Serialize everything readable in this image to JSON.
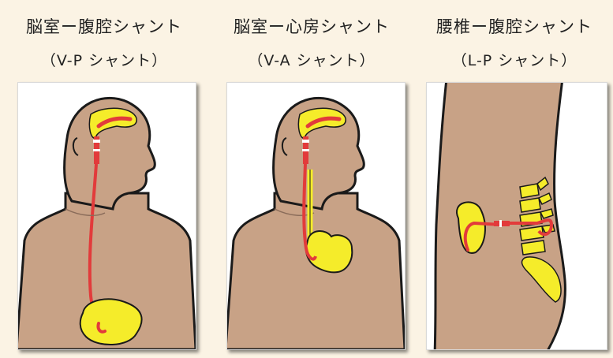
{
  "colors": {
    "background": "#fbf3e4",
    "skin": "#c8a286",
    "outline": "#1a1a1a",
    "organ": "#f5ec2a",
    "shunt": "#e23b3b"
  },
  "panels": [
    {
      "title": "脳室ー腹腔シャント",
      "subtitle": "（V-P シャント）"
    },
    {
      "title": "脳室ー心房シャント",
      "subtitle": "（V-A シャント）"
    },
    {
      "title": "腰椎ー腹腔シャント",
      "subtitle": "（L-P シャント）"
    }
  ]
}
